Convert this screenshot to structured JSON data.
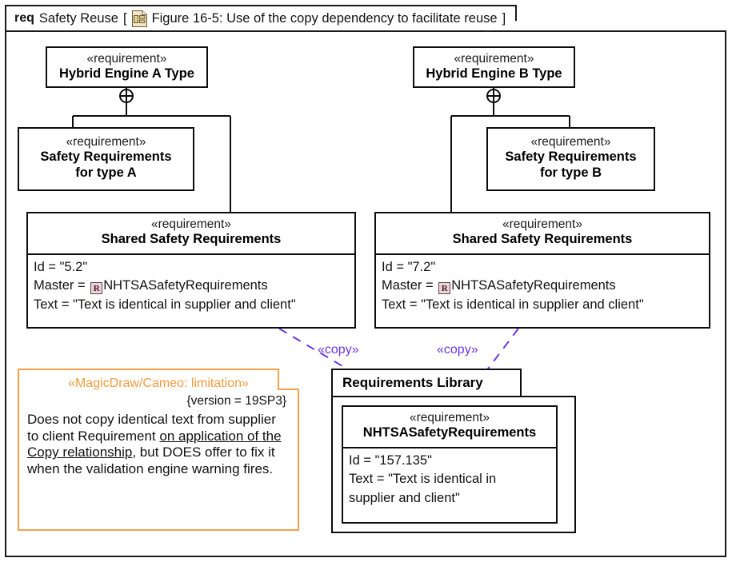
{
  "diagram": {
    "kind": "req",
    "name": "Safety Reuse",
    "open_bracket": "[",
    "close_bracket": "]",
    "frame_title": "Figure 16-5: Use of the copy dependency to facilitate reuse",
    "icon": "requirement-diagram-icon"
  },
  "colors": {
    "line": "#0d0d0d",
    "note_border": "#f6a04a",
    "note_stereotype_text": "#f59b3c",
    "copy_dependency": "#6a36e0",
    "requirement_badge_fill": "#f6cfd6",
    "background": "#ffffff"
  },
  "stereotypes": {
    "requirement": "«requirement»",
    "copy": "«copy»",
    "limitation": "«MagicDraw/Cameo: limitation»"
  },
  "nodes": {
    "hybrid_a": {
      "stereotype": "«requirement»",
      "name": "Hybrid Engine A Type"
    },
    "hybrid_b": {
      "stereotype": "«requirement»",
      "name": "Hybrid Engine B Type"
    },
    "safety_a": {
      "stereotype": "«requirement»",
      "name": "Safety Requirements for type A",
      "name_line1": "Safety Requirements",
      "name_line2": "for type A"
    },
    "safety_b": {
      "stereotype": "«requirement»",
      "name": "Safety Requirements for type B",
      "name_line1": "Safety Requirements",
      "name_line2": "for type B"
    },
    "shared_left": {
      "stereotype": "«requirement»",
      "name": "Shared Safety Requirements",
      "id_line": "Id = \"5.2\"",
      "master_prefix": "Master = ",
      "master_badge": "R",
      "master_value": "NHTSASafetyRequirements",
      "text_line": "Text = \"Text is identical in supplier and client\""
    },
    "shared_right": {
      "stereotype": "«requirement»",
      "name": "Shared Safety Requirements",
      "id_line": "Id = \"7.2\"",
      "master_prefix": "Master = ",
      "master_badge": "R",
      "master_value": "NHTSASafetyRequirements",
      "text_line": "Text = \"Text is identical in supplier and client\""
    },
    "nhtsa": {
      "stereotype": "«requirement»",
      "name": "NHTSASafetyRequirements",
      "id_line": "Id = \"157.135\"",
      "text_line1": "Text = \"Text is identical in",
      "text_line2": "supplier and client\""
    }
  },
  "package": {
    "name": "Requirements Library"
  },
  "note": {
    "stereotype": "«MagicDraw/Cameo: limitation»",
    "version": "{version = 19SP3}",
    "body_prefix": "Does not copy identical text from supplier to client Requirement ",
    "body_underlined": "on application of the Copy relationship",
    "body_suffix": ", but DOES offer to fix it when the validation engine warning fires."
  },
  "connectors": {
    "copy_left_label": "«copy»",
    "copy_right_label": "«copy»",
    "containment_symbol": "crosshair"
  }
}
